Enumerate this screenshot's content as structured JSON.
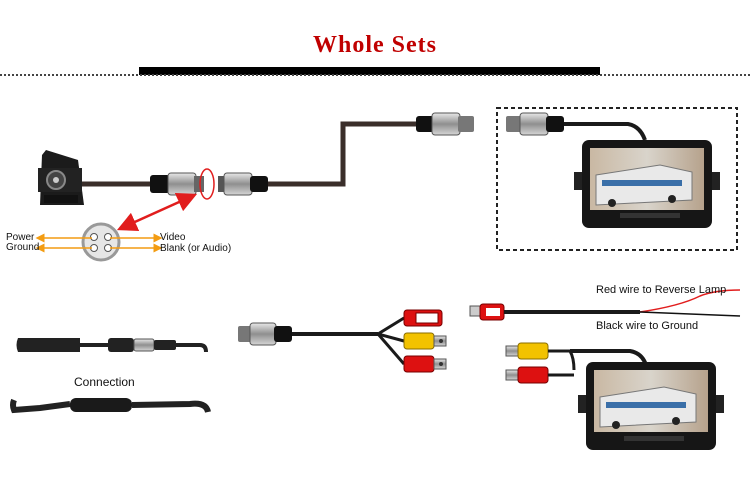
{
  "title": "Whole Sets",
  "colors": {
    "title": "#c00000",
    "arrow": "#e11d1d",
    "pin_arrow": "#f39c12",
    "cable": "#2a2a2a"
  },
  "pinout": {
    "power": "Power",
    "ground": "Ground",
    "video": "Video",
    "blank": "Blank (or Audio)"
  },
  "connection_label": "Connection",
  "wires": {
    "red": "Red wire to Reverse Lamp",
    "black": "Black wire to Ground"
  },
  "icons": [
    "camera-icon",
    "monitor-icon",
    "aviation-connector-icon",
    "rca-plug-icon",
    "dc-plug-icon"
  ]
}
